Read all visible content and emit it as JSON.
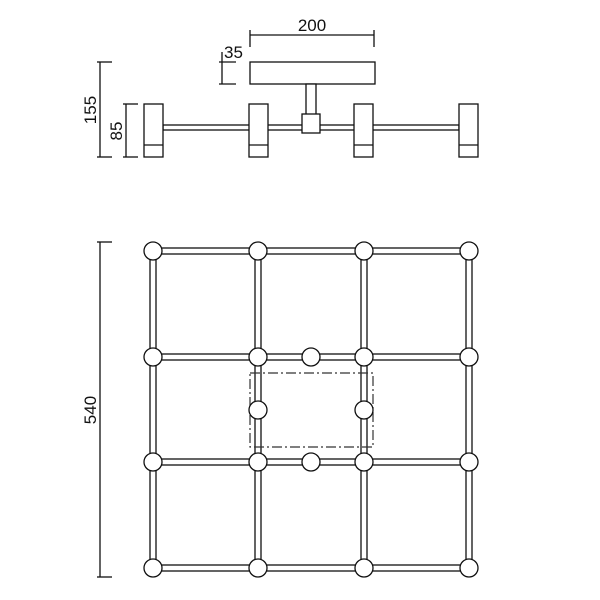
{
  "dimensions": {
    "width_canopy": "200",
    "height_canopy": "35",
    "height_total": "155",
    "height_fixture": "85",
    "width_total": "540"
  },
  "colors": {
    "line": "#111111",
    "background": "#ffffff"
  }
}
